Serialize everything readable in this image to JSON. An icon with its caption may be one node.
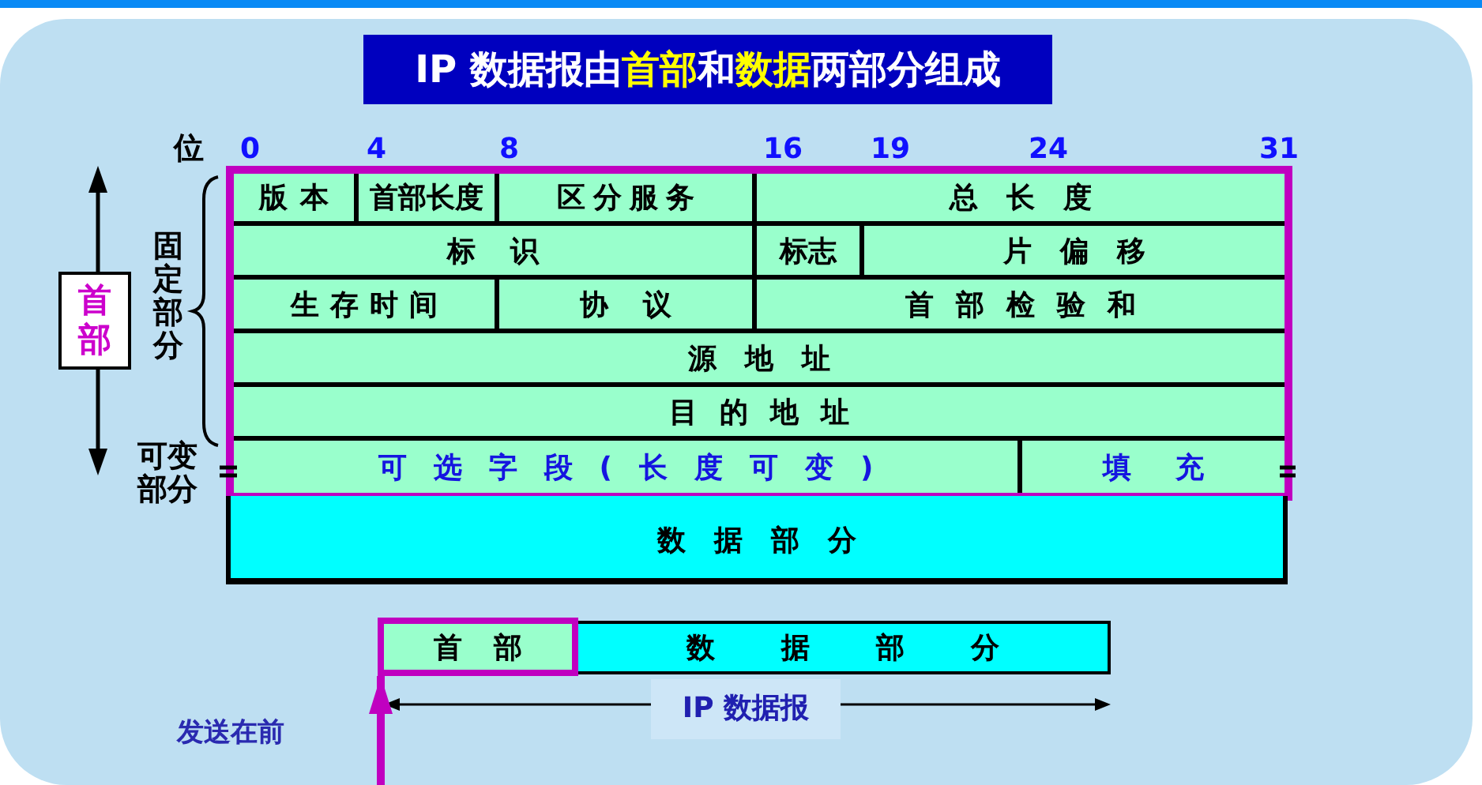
{
  "diagram": {
    "title": "IP 数据报由**首部**和**数据**两部分组成",
    "nodes": [
      {
        "text": [
          "首部"
        ]
      },
      {
        "text": [],
        "shape": "box"
      },
      {
        "text": [
          "版本"
        ],
        "in": 1
      },
      {
        "text": [
          "首部长度"
        ],
        "in": 1
      },
      {
        "text": [
          "区分服务"
        ],
        "in": 1
      },
      {
        "text": [
          "总长度"
        ],
        "in": 1
      },
      {
        "text": [
          "标识"
        ],
        "in": 1
      },
      {
        "text": [
          "标志"
        ],
        "in": 1
      },
      {
        "text": [
          "片偏移"
        ],
        "in": 1
      },
      {
        "text": [
          "生存时间"
        ],
        "in": 1
      },
      {
        "text": [
          "协议"
        ],
        "in": 1
      },
      {
        "text": [
          "首部检验和"
        ],
        "in": 1
      },
      {
        "text": [
          "源地址"
        ],
        "in": 1
      },
      {
        "text": [
          "目的地址"
        ],
        "in": 1
      },
      {
        "text": [
          "可选字段(长度可变)"
        ],
        "in": 1
      },
      {
        "text": [
          "填充"
        ],
        "in": 1
      },
      {
        "text": [
          "数据部分"
        ]
      },
      {
        "text": [
          "首部"
        ]
      },
      {
        "text": [
          "数据部分"
        ]
      }
    ],
    "edges": [
      {
        "from": null,
        "to": 17,
        "arrow": "to",
        "color": "#c000c0"
      }
    ],
    "labels": [
      "位",
      "0",
      "4",
      "8",
      "16",
      "19",
      "24",
      "31",
      "固定部分",
      "可变部分",
      "IP 数据报",
      "发送在前"
    ]
  }
}
